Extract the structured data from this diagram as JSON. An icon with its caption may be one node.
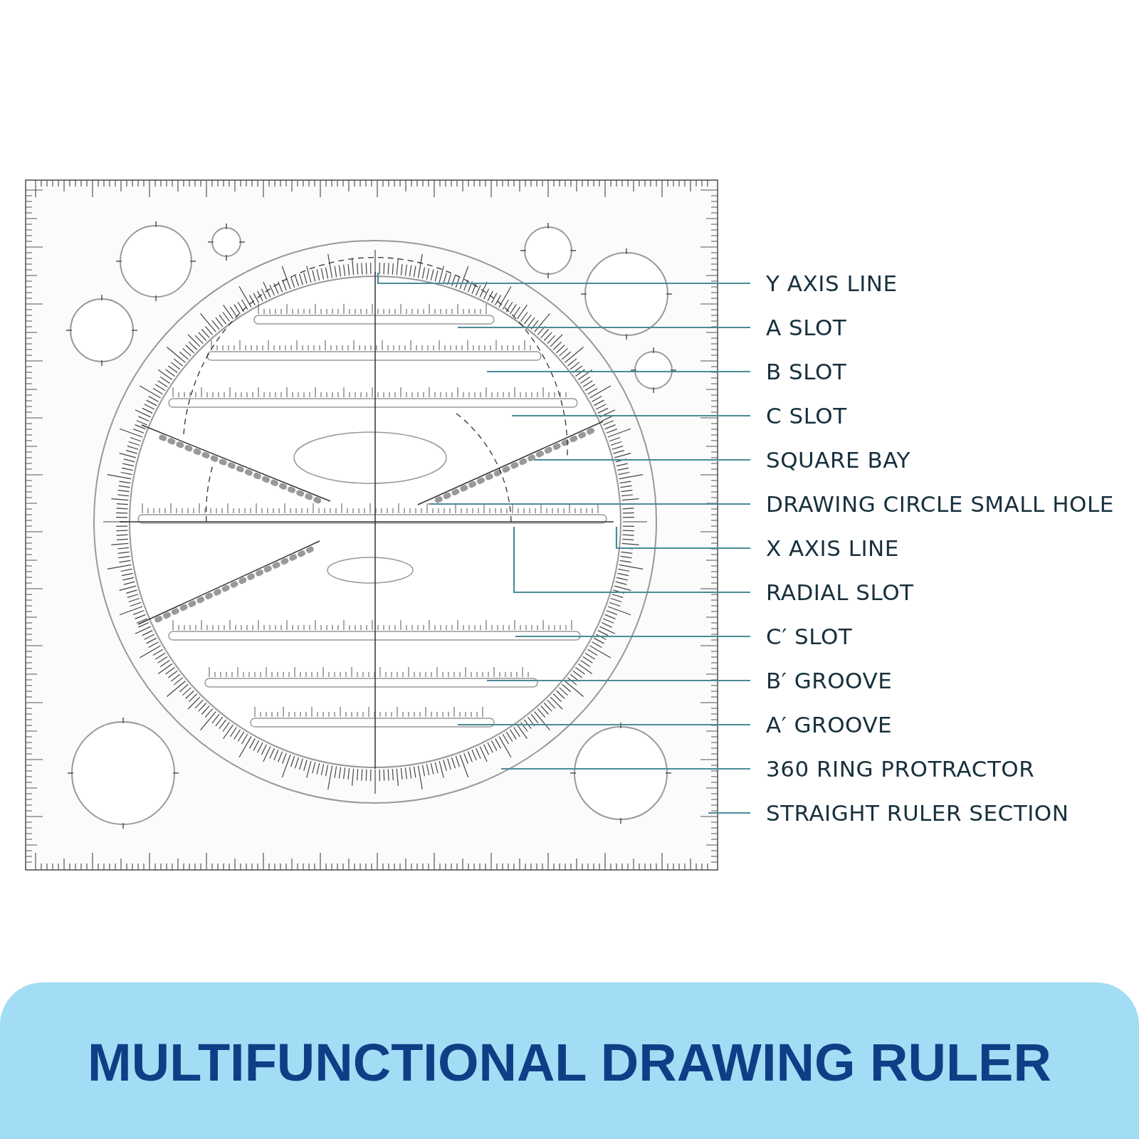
{
  "diagram": {
    "title": "MULTIFUNCTIONAL DRAWING RULER",
    "nodes": [
      {
        "text": [
          "Y AXIS LINE"
        ]
      },
      {
        "text": [
          "A SLOT"
        ]
      },
      {
        "text": [
          "B SLOT"
        ]
      },
      {
        "text": [
          "C SLOT"
        ]
      },
      {
        "text": [
          "SQUARE BAY"
        ]
      },
      {
        "text": [
          "DRAWING CIRCLE SMALL HOLE"
        ]
      },
      {
        "text": [
          "X AXIS LINE"
        ]
      },
      {
        "text": [
          "RADIAL SLOT"
        ]
      },
      {
        "text": [
          "C′ SLOT"
        ]
      },
      {
        "text": [
          "B′ GROOVE"
        ]
      },
      {
        "text": [
          "A′ GROOVE"
        ]
      },
      {
        "text": [
          "360 RING PROTRACTOR"
        ]
      },
      {
        "text": [
          "STRAIGHT RULER SECTION"
        ]
      }
    ],
    "edges": [
      {
        "from": 0,
        "to": null,
        "arrow": "none"
      },
      {
        "from": 1,
        "to": null,
        "arrow": "none"
      },
      {
        "from": 2,
        "to": null,
        "arrow": "none"
      },
      {
        "from": 3,
        "to": null,
        "arrow": "none"
      },
      {
        "from": 4,
        "to": null,
        "arrow": "none"
      },
      {
        "from": 5,
        "to": null,
        "arrow": "none"
      },
      {
        "from": 6,
        "to": null,
        "arrow": "none"
      },
      {
        "from": 7,
        "to": null,
        "arrow": "none"
      },
      {
        "from": 8,
        "to": null,
        "arrow": "none"
      },
      {
        "from": 9,
        "to": null,
        "arrow": "none"
      },
      {
        "from": 10,
        "to": null,
        "arrow": "none"
      },
      {
        "from": 11,
        "to": null,
        "arrow": "none"
      },
      {
        "from": 12,
        "to": null,
        "arrow": "none"
      }
    ]
  }
}
